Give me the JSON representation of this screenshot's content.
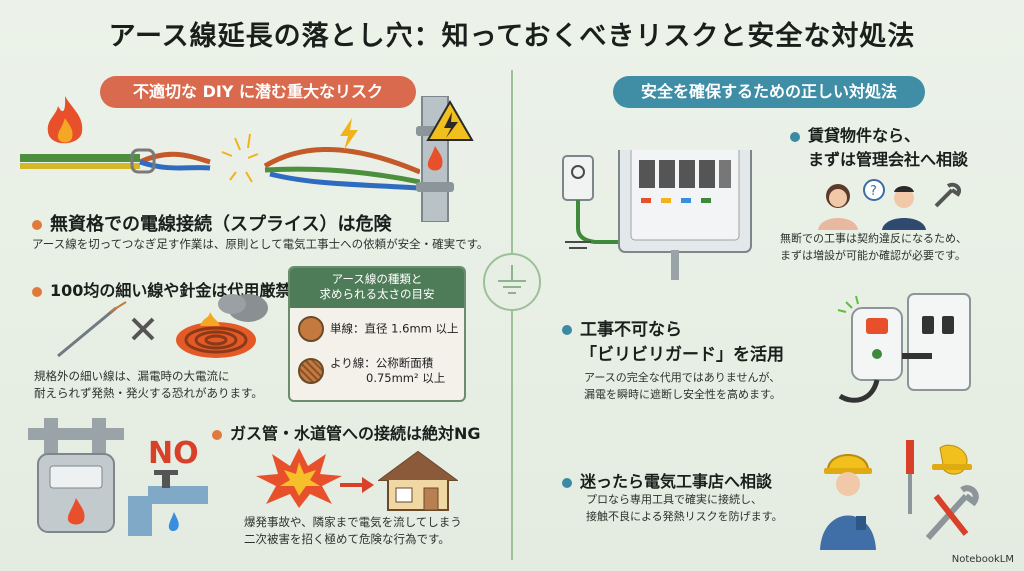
{
  "title": "アース線延長の落とし穴：知っておくべきリスクと安全な対処法",
  "left": {
    "banner": "不適切な DIY に潜む重大なリスク",
    "sections": [
      {
        "heading": "無資格での電線接続（スプライス）は危険",
        "text": "アース線を切ってつなぎ足す作業は、原則として電気工事士への依頼が安全・確実です。"
      },
      {
        "heading": "100均の細い線や針金は代用厳禁",
        "text_lines": [
          "規格外の細い線は、漏電時の大電流に",
          "耐えられず発熱・発火する恐れがあります。"
        ]
      },
      {
        "heading": "ガス管・水道管への接続は絶対NG",
        "text_lines": [
          "爆発事故や、隣家まで電気を流してしまう",
          "二次被害を招く極めて危険な行為です。"
        ]
      }
    ],
    "table": {
      "header_lines": [
        "アース線の種類と",
        "求められる太さの目安"
      ],
      "rows": [
        {
          "label": "単線：直径 1.6mm 以上"
        },
        {
          "label_lines": [
            "より線：公称断面積",
            "0.75mm² 以上"
          ]
        }
      ]
    },
    "no_label": "NO"
  },
  "right": {
    "banner": "安全を確保するための正しい対処法",
    "sections": [
      {
        "heading_lines": [
          "賃貸物件なら、",
          "まずは管理会社へ相談"
        ],
        "text_lines": [
          "無断での工事は契約違反になるため、",
          "まずは増設が可能か確認が必要です。"
        ]
      },
      {
        "heading_lines": [
          "工事不可なら",
          "「ビリビリガード」を活用"
        ],
        "text_lines": [
          "アースの完全な代用ではありませんが、",
          "漏電を瞬時に遮断し安全性を高めます。"
        ]
      },
      {
        "heading": "迷ったら電気工事店へ相談",
        "text_lines": [
          "プロなら専用工具で確実に接続し、",
          "接触不良による発熱リスクを防げます。"
        ]
      }
    ]
  },
  "brand": "NotebookLM",
  "colors": {
    "risk_banner": "#d96a4e",
    "safe_banner": "#3f8ea6",
    "orange_bullet": "#e07a3c",
    "teal_bullet": "#3a8aa3",
    "divider": "#9dbf9a",
    "table_header": "#4f7c58"
  }
}
